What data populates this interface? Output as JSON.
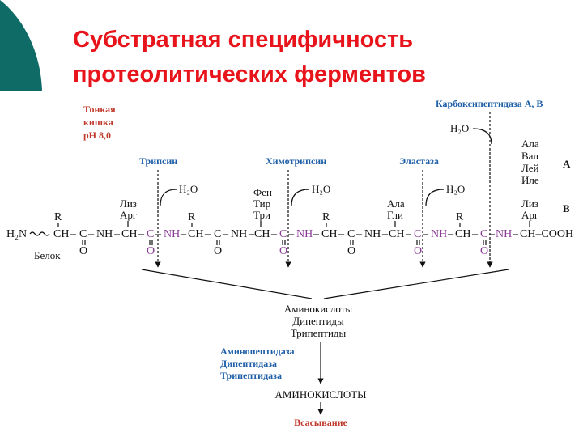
{
  "title": {
    "line1": "Субстратная специфичность",
    "line2": "протеолитических ферментов"
  },
  "colors": {
    "title": "#e8141b",
    "teal_decor": "#0f6b66",
    "enzyme_blue": "#1f5fa8",
    "condition_red": "#c0392b",
    "peptide_bond": "#8b3a96"
  },
  "conditions": [
    "Тонкая",
    "кишка",
    "pH 8,0"
  ],
  "enzymes": {
    "trypsin": "Трипсин",
    "chymotrypsin": "Химотрипсин",
    "elastase": "Эластаза",
    "carboxypeptidase": "Карбоксипептидаза А, В"
  },
  "water": "H₂O",
  "residues": {
    "trypsin": [
      "Лиз",
      "Арг"
    ],
    "chymotrypsin": [
      "Фен",
      "Тир",
      "Три"
    ],
    "elastase": [
      "Ала",
      "Гли"
    ],
    "carboxy_a": [
      "Ала",
      "Вал",
      "Лей",
      "Иле"
    ],
    "carboxy_b": [
      "Лиз",
      "Арг"
    ]
  },
  "carboxy_labels": {
    "a": "А",
    "b": "В"
  },
  "chain": {
    "n_terminus": "H₂N",
    "r": "R",
    "ch": "CH",
    "c": "C",
    "o": "O",
    "nh": "NH",
    "dash": "–",
    "c_terminus": "CH–COOH",
    "protein": "Белок"
  },
  "products": [
    "Аминокислоты",
    "Дипептиды",
    "Трипептиды"
  ],
  "brush_enzymes": [
    "Аминопептидаза",
    "Дипептидаза",
    "Трипептидаза"
  ],
  "final_product": "АМИНОКИСЛОТЫ",
  "absorption": "Всасывание"
}
